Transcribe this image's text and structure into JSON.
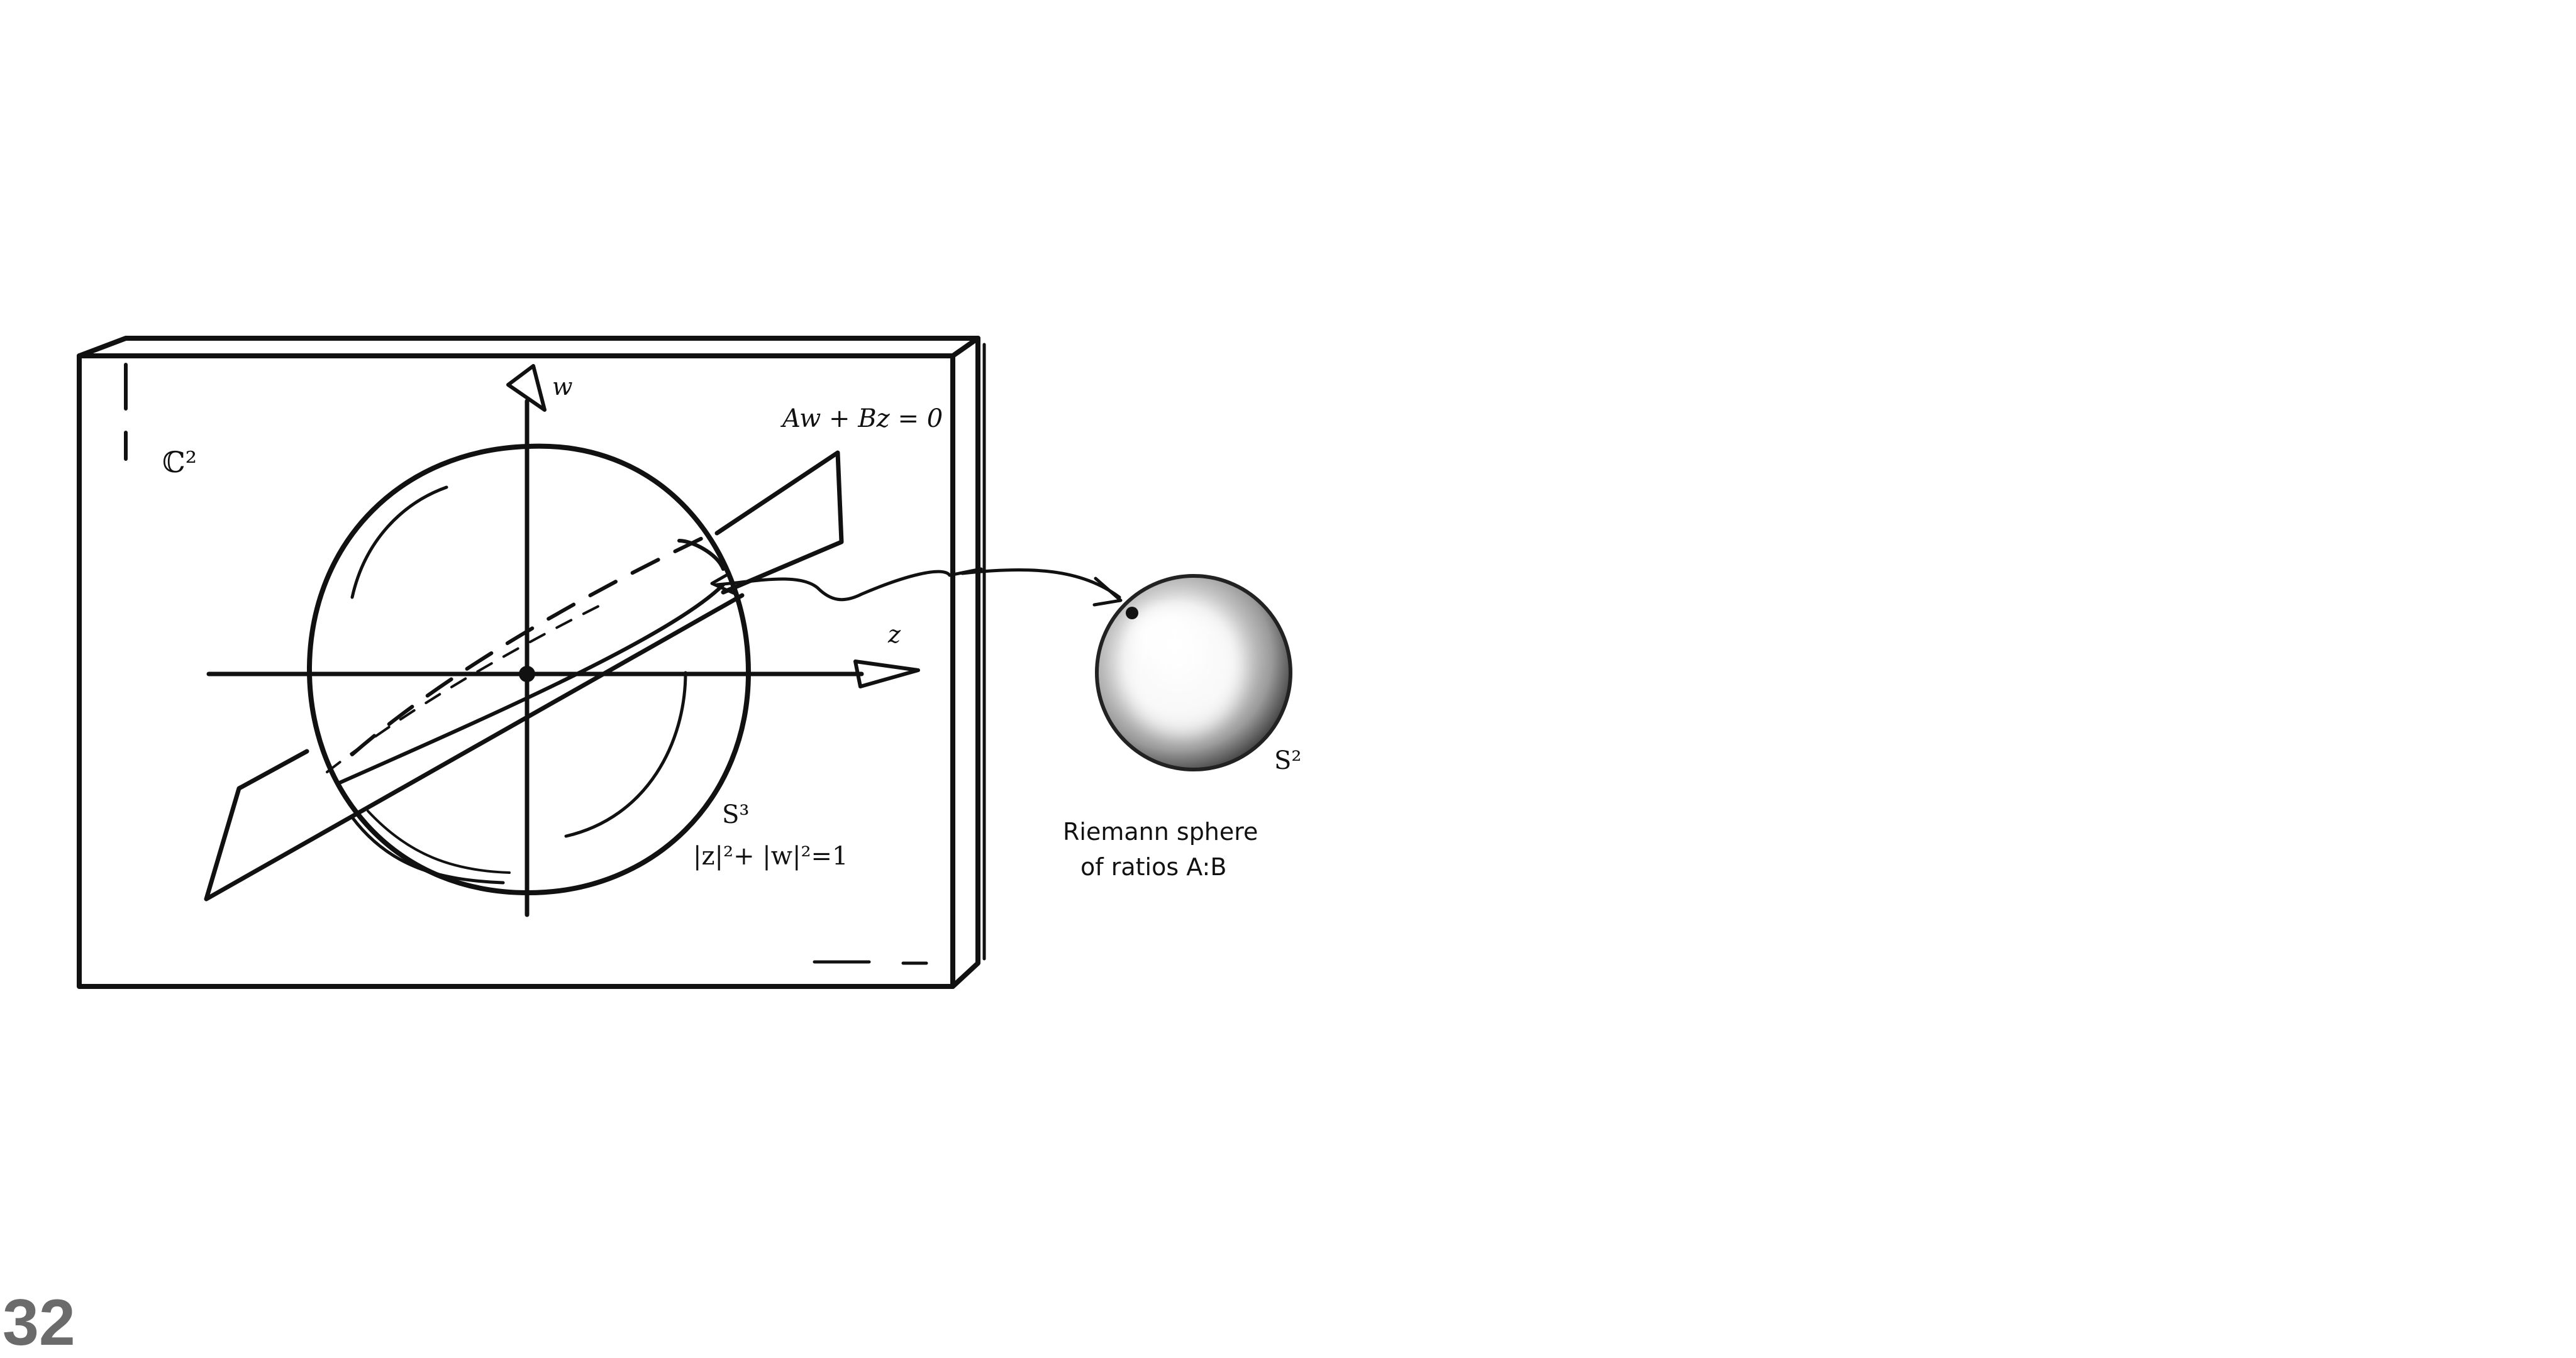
{
  "diagram": {
    "space_label": "ℂ²",
    "axis_w_label": "w",
    "axis_z_label": "z",
    "plane_equation": "Aw + Bz = 0",
    "sphere3_label": "S³",
    "sphere3_equation": "|z|²+ |w|²=1",
    "sphere2_label": "S²",
    "riemann_caption_line1": "Riemann sphere",
    "riemann_caption_line2": "of ratios A:B"
  },
  "page_number": "32",
  "colors": {
    "ink": "#111111",
    "page_number": "#6b6b6b",
    "background": "#ffffff"
  }
}
